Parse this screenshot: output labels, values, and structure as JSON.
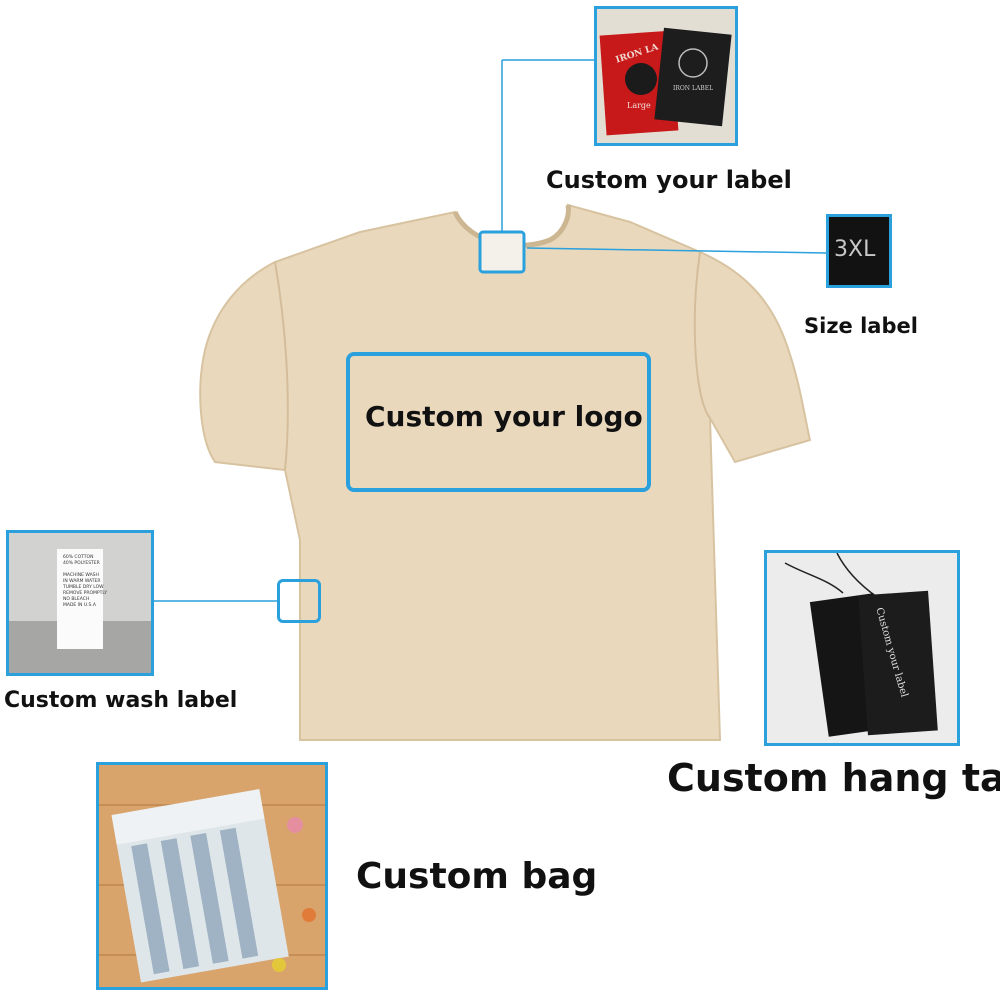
{
  "callouts": {
    "neck_label": "Custom your label",
    "size_label": "Size label",
    "logo": "Custom your logo",
    "wash_label": "Custom wash label",
    "hang_tag": "Custom hang tag",
    "bag": "Custom bag"
  },
  "photos": {
    "neck_label_photo": {
      "red_label_text": "IRON LA",
      "black_label_text": "IRON LABEL",
      "red_label_size": "Large"
    },
    "size_label_photo": {
      "text": "3XL"
    },
    "wash_label_photo": {
      "text": "60% COTTON\n40% POLYESTER\n\nMACHINE WASH\nIN WARM WATER\nTUMBLE DRY LOW\nREMOVE PROMPTLY\nNO BLEACH\nMADE IN U.S.A"
    },
    "hang_tag_photo": {
      "text": "Custom your label"
    }
  },
  "colors": {
    "accent": "#2aa0dc",
    "shirt": "#ead8bd",
    "shirt_shadow": "#dcc6a6"
  }
}
